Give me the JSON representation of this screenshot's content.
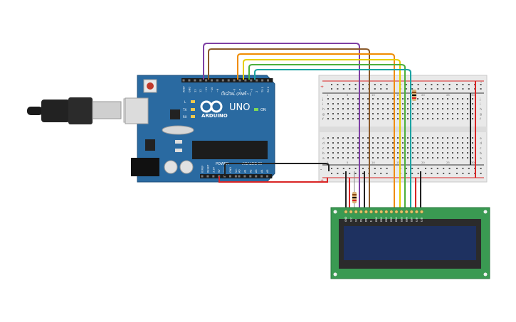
{
  "arduino": {
    "brand": "ARDUINO",
    "model": "UNO",
    "digital_label": "DIGITAL (PWM~)",
    "power_label": "POWER",
    "analog_label": "ANALOG IN",
    "on_label": "ON",
    "led_labels": [
      "L",
      "TX",
      "RX"
    ],
    "digital_pins": [
      "AREF",
      "GND",
      "13",
      "12",
      "~11",
      "~10",
      "~9",
      "8",
      "7",
      "~6",
      "~5",
      "4",
      "~3",
      "2",
      "TX 1",
      "RX 0"
    ],
    "power_pins": [
      "IOREF",
      "RESET",
      "3.3V",
      "5V",
      "GND",
      "GND",
      "Vin"
    ],
    "analog_pins": [
      "A0",
      "A1",
      "A2",
      "A3",
      "A4",
      "A5"
    ]
  },
  "breadboard": {
    "row_letters_top": [
      "j",
      "i",
      "h",
      "g",
      "f"
    ],
    "row_letters_bottom": [
      "e",
      "d",
      "c",
      "b",
      "a"
    ],
    "column_numbers": [
      "1",
      "5",
      "10",
      "15",
      "20",
      "25",
      "30"
    ],
    "rail_signs": [
      "+",
      "-"
    ]
  },
  "lcd": {
    "pin_labels": [
      "GND",
      "VCC",
      "V0",
      "RS",
      "RW",
      "E",
      "DB0",
      "DB1",
      "DB2",
      "DB3",
      "DB4",
      "DB5",
      "DB6",
      "DB7",
      "LED",
      "LED"
    ]
  },
  "colors": {
    "board": "#2a6aa1",
    "breadboard": "#e9e9e9",
    "lcd_pcb": "#3a9a52",
    "lcd_screen": "#1e3160",
    "wire_red": "#d92424",
    "wire_black": "#222222",
    "wire_purple": "#7e3fa4",
    "wire_brown": "#8b5a2b",
    "wire_orange": "#f08c00",
    "wire_yellow": "#e8cf00",
    "wire_green": "#4caf3b",
    "wire_teal": "#1aa2a2"
  }
}
